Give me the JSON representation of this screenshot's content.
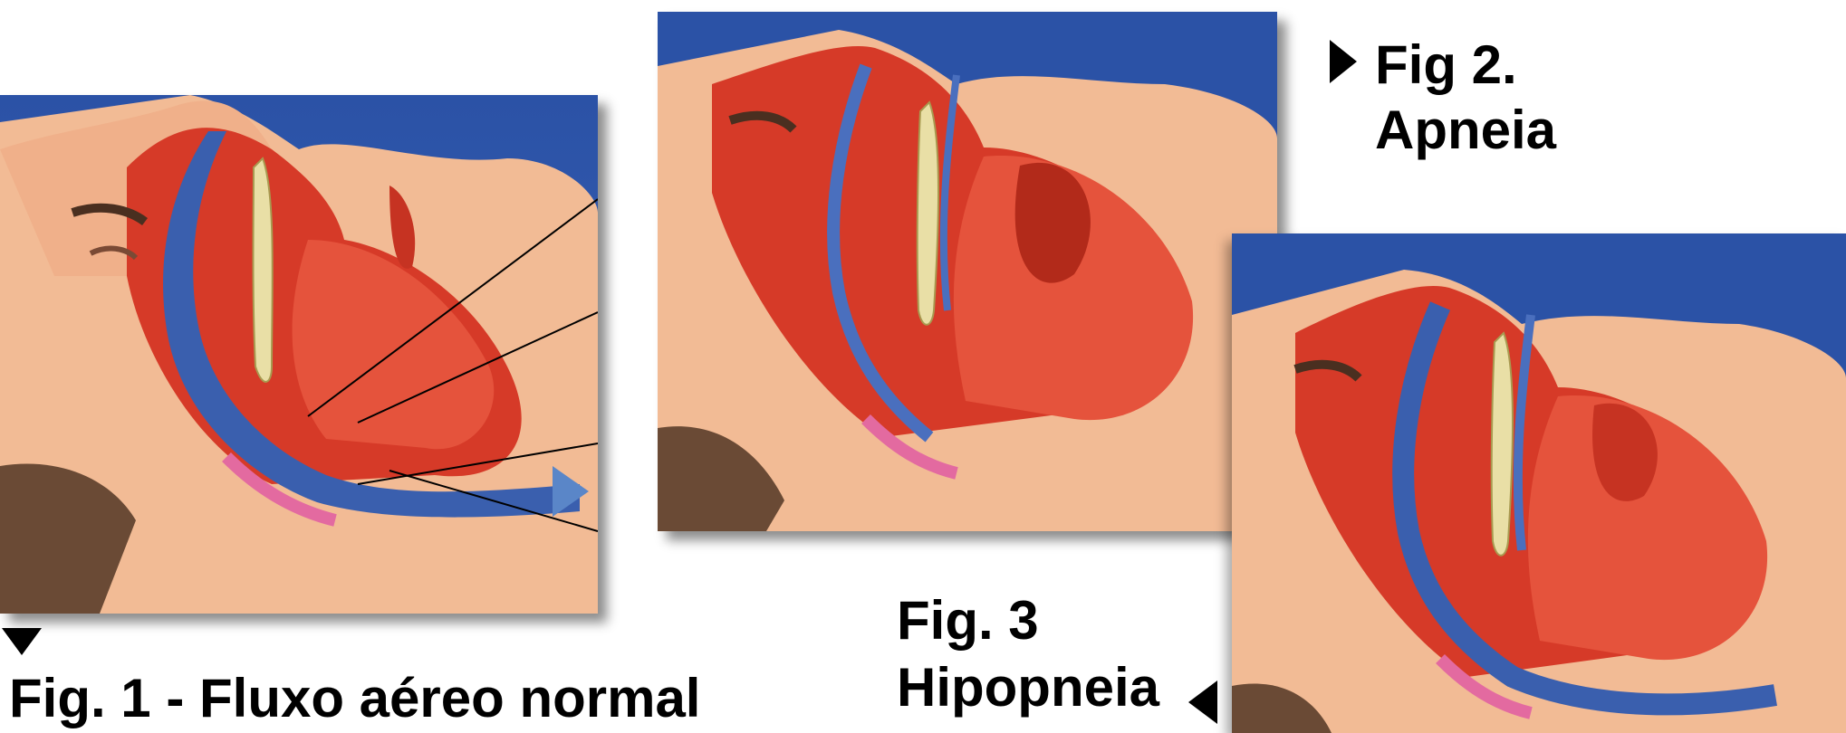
{
  "figures": [
    {
      "id": "fig1",
      "caption_lines": [
        "Fig. 1 - Fluxo aéreo normal"
      ],
      "airway_state": "open"
    },
    {
      "id": "fig2",
      "caption_lines": [
        "Fig 2.",
        "Apneia"
      ],
      "airway_state": "blocked"
    },
    {
      "id": "fig3",
      "caption_lines": [
        "Fig. 3",
        "Hipopneia"
      ],
      "airway_state": "narrowed"
    }
  ],
  "colors": {
    "background_blue": "#2a55a8",
    "skin": "#f0b791",
    "tissue_red": "#d8402c",
    "airway_blue": "#3a5fae",
    "bone": "#e9dfa6",
    "hair": "#6a4a35"
  }
}
